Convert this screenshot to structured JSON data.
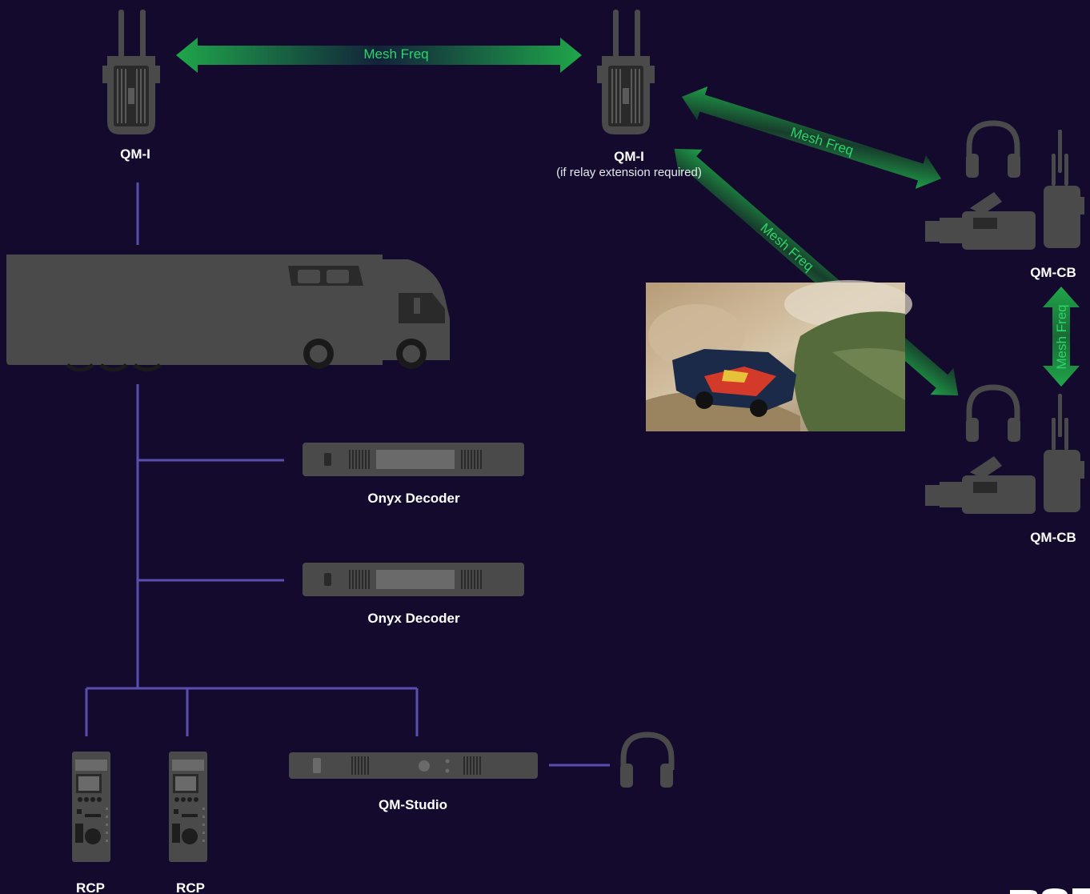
{
  "labels": {
    "qm_i_left": "QM-I",
    "qm_i_relay": "QM-I",
    "qm_i_relay_note": "(if relay extension required)",
    "qm_cb_top": "QM-CB",
    "qm_cb_bottom": "QM-CB",
    "onyx_1": "Onyx Decoder",
    "onyx_2": "Onyx Decoder",
    "qm_studio": "QM-Studio",
    "rcp_1": "RCP",
    "rcp_2": "RCP"
  },
  "links": {
    "mesh_top": "Mesh Freq",
    "mesh_diag_upper": "Mesh Freq",
    "mesh_diag_lower": "Mesh Freq",
    "mesh_vertical": "Mesh Freq"
  },
  "colors": {
    "background": "#130a2e",
    "device": "#4a4a4a",
    "connector": "#5a4fb0",
    "mesh_link": "#2fd46a"
  },
  "icons": [
    "transmitter-icon",
    "truck-icon",
    "camera-icon",
    "headset-icon",
    "decoder-icon",
    "rcp-panel-icon",
    "studio-unit-icon",
    "rally-photo"
  ]
}
